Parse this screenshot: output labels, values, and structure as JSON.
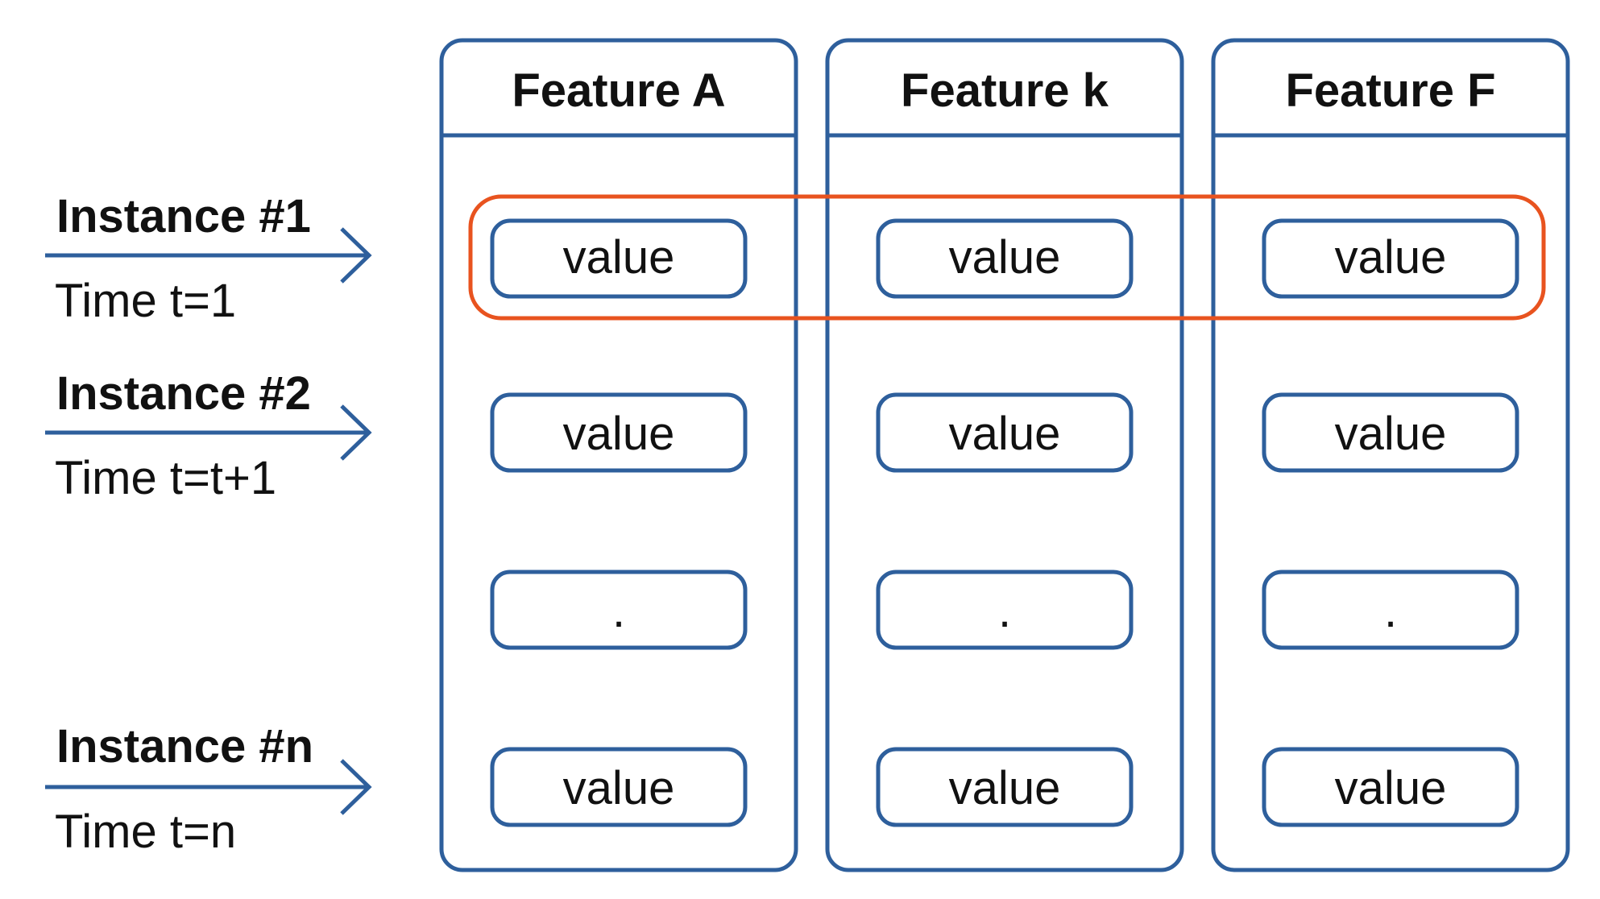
{
  "colors": {
    "column_stroke": "#2e5f9c",
    "highlight_stroke": "#e8531f",
    "text": "#111111"
  },
  "features": [
    {
      "label": "Feature A"
    },
    {
      "label": "Feature k"
    },
    {
      "label": "Feature F"
    }
  ],
  "instances": [
    {
      "label": "Instance #1",
      "time": "Time t=1"
    },
    {
      "label": "Instance #2",
      "time": "Time t=t+1"
    },
    {
      "label": "Instance #n",
      "time": "Time t=n"
    }
  ],
  "cell_rows": [
    [
      "value",
      "value",
      "value"
    ],
    [
      "value",
      "value",
      "value"
    ],
    [
      ".",
      ".",
      "."
    ],
    [
      "value",
      "value",
      "value"
    ]
  ],
  "highlighted_row": 0,
  "icons": {
    "instance_arrow": "arrow-right-icon"
  }
}
